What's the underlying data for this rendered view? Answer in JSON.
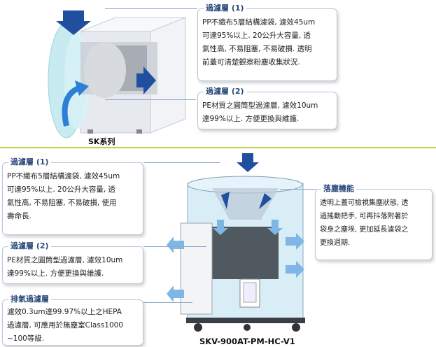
{
  "top": {
    "caption": "SK系列",
    "filter1": {
      "title": "過濾層 (1)",
      "lines": [
        "PP不織布5層結構濾袋, 濾效45um",
        "可達95%以上. 20公升大容量, 透",
        "氣性高, 不易阻塞, 不易破損. 透明",
        "前蓋可清楚觀察粉塵收集狀況."
      ]
    },
    "filter2": {
      "title": "過濾層 (2)",
      "lines": [
        "PE材質之圓筒型過濾層, 濾效10um",
        "達99%以上. 方便更換與維護."
      ]
    }
  },
  "bottom": {
    "caption": "SKV-900AT-PM-HC-V1",
    "filter1": {
      "title": "過濾層 (1)",
      "lines": [
        "PP不織布5層結構濾袋, 濾效45um",
        "可達95%以上. 20公升大容量, 透",
        "氣性高, 不易阻塞, 不易破損, 使用",
        "壽命長."
      ]
    },
    "filter2": {
      "title": "過濾層 (2)",
      "lines": [
        "PE材質之圓筒型過濾層, 濾效10um",
        "達99%以上. 方便更換與維護."
      ]
    },
    "exhaust": {
      "title": "排氣過濾層",
      "lines": [
        "濾效0.3um達99.97%以上之HEPA",
        "過濾層, 可應用於無塵室Class1000",
        "~100等級."
      ]
    },
    "dust": {
      "title": "落塵機能",
      "lines": [
        "透明上蓋可檢視集塵狀態, 透",
        "過搖動把手, 可再抖落附著於",
        "袋身之塵埃, 更加延長濾袋之",
        "更換週期."
      ]
    }
  },
  "colors": {
    "accent_line": "#b9d24a",
    "title_blue": "#2a4a7a",
    "arrow_blue": "#1f4f9e"
  }
}
